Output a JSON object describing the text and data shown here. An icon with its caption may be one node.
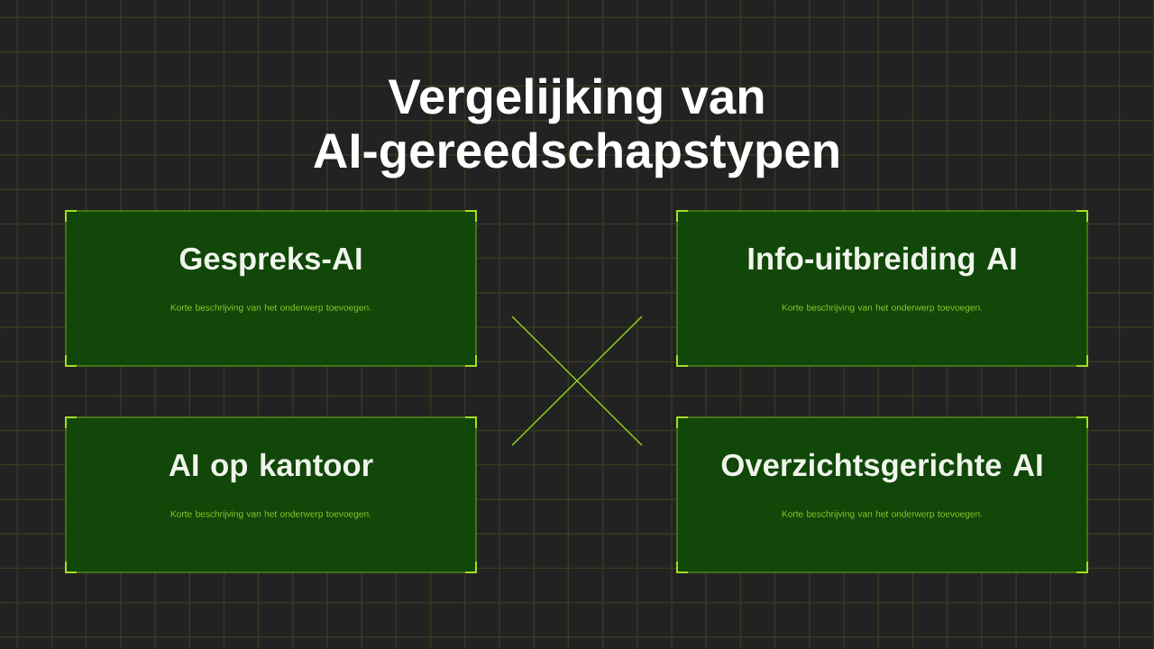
{
  "diagram": {
    "title": "Vergelijking van AI-gereedschapstypen",
    "nodes": [
      {
        "text": [
          "Gespreks-AI",
          "Korte beschrijving van het onderwerp toevoegen."
        ]
      },
      {
        "text": [
          "Info-uitbreiding AI",
          "Korte beschrijving van het onderwerp toevoegen."
        ]
      },
      {
        "text": [
          "AI op kantoor",
          "Korte beschrijving van het onderwerp toevoegen."
        ]
      },
      {
        "text": [
          "Overzichtsgerichte AI",
          "Korte beschrijving van het onderwerp toevoegen."
        ]
      }
    ]
  }
}
